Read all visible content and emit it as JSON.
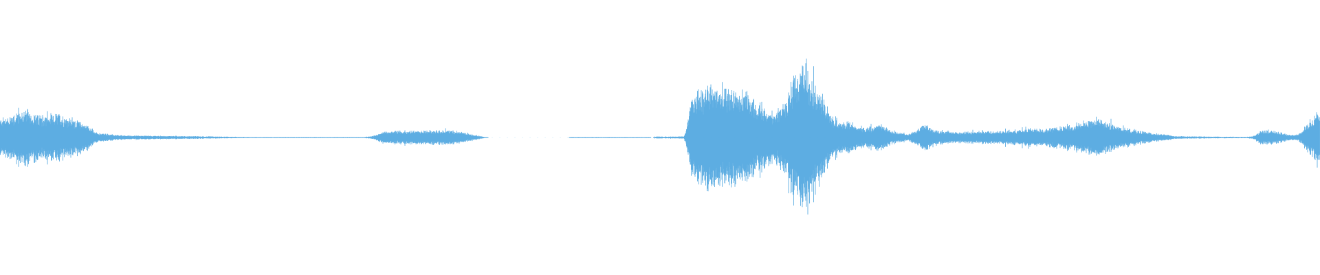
{
  "waveform": {
    "color": "#5dade2",
    "background": "#ffffff",
    "amplitude_envelope": [
      [
        0.0,
        0.22
      ],
      [
        0.01,
        0.28
      ],
      [
        0.02,
        0.34
      ],
      [
        0.03,
        0.25
      ],
      [
        0.045,
        0.28
      ],
      [
        0.06,
        0.2
      ],
      [
        0.068,
        0.14
      ],
      [
        0.072,
        0.06
      ],
      [
        0.09,
        0.025
      ],
      [
        0.12,
        0.02
      ],
      [
        0.15,
        0.015
      ],
      [
        0.18,
        0.008
      ],
      [
        0.2,
        0.004
      ],
      [
        0.23,
        0.003
      ],
      [
        0.26,
        0.003
      ],
      [
        0.275,
        0.004
      ],
      [
        0.283,
        0.02
      ],
      [
        0.29,
        0.07
      ],
      [
        0.3,
        0.08
      ],
      [
        0.32,
        0.08
      ],
      [
        0.34,
        0.09
      ],
      [
        0.355,
        0.05
      ],
      [
        0.366,
        0.01
      ],
      [
        0.37,
        0.0
      ],
      [
        0.43,
        0.0
      ],
      [
        0.437,
        0.003
      ],
      [
        0.48,
        0.004
      ],
      [
        0.495,
        0.0
      ],
      [
        0.496,
        0.012
      ],
      [
        0.518,
        0.012
      ],
      [
        0.52,
        0.1
      ],
      [
        0.522,
        0.32
      ],
      [
        0.526,
        0.55
      ],
      [
        0.532,
        0.6
      ],
      [
        0.54,
        0.62
      ],
      [
        0.55,
        0.6
      ],
      [
        0.556,
        0.58
      ],
      [
        0.565,
        0.52
      ],
      [
        0.572,
        0.42
      ],
      [
        0.578,
        0.4
      ],
      [
        0.585,
        0.3
      ],
      [
        0.592,
        0.38
      ],
      [
        0.598,
        0.55
      ],
      [
        0.603,
        0.8
      ],
      [
        0.607,
        0.92
      ],
      [
        0.611,
        0.88
      ],
      [
        0.618,
        0.65
      ],
      [
        0.624,
        0.45
      ],
      [
        0.63,
        0.26
      ],
      [
        0.638,
        0.18
      ],
      [
        0.646,
        0.17
      ],
      [
        0.652,
        0.12
      ],
      [
        0.66,
        0.13
      ],
      [
        0.668,
        0.16
      ],
      [
        0.673,
        0.1
      ],
      [
        0.68,
        0.06
      ],
      [
        0.688,
        0.04
      ],
      [
        0.694,
        0.09
      ],
      [
        0.7,
        0.17
      ],
      [
        0.705,
        0.12
      ],
      [
        0.712,
        0.08
      ],
      [
        0.725,
        0.07
      ],
      [
        0.74,
        0.07
      ],
      [
        0.755,
        0.08
      ],
      [
        0.77,
        0.09
      ],
      [
        0.78,
        0.11
      ],
      [
        0.79,
        0.1
      ],
      [
        0.8,
        0.13
      ],
      [
        0.815,
        0.15
      ],
      [
        0.825,
        0.22
      ],
      [
        0.833,
        0.23
      ],
      [
        0.845,
        0.14
      ],
      [
        0.86,
        0.09
      ],
      [
        0.875,
        0.05
      ],
      [
        0.885,
        0.03
      ],
      [
        0.89,
        0.015
      ],
      [
        0.92,
        0.01
      ],
      [
        0.945,
        0.008
      ],
      [
        0.95,
        0.02
      ],
      [
        0.955,
        0.08
      ],
      [
        0.962,
        0.09
      ],
      [
        0.97,
        0.06
      ],
      [
        0.978,
        0.03
      ],
      [
        0.984,
        0.04
      ],
      [
        0.988,
        0.12
      ],
      [
        0.993,
        0.22
      ],
      [
        0.997,
        0.3
      ],
      [
        1.0,
        0.26
      ]
    ]
  }
}
